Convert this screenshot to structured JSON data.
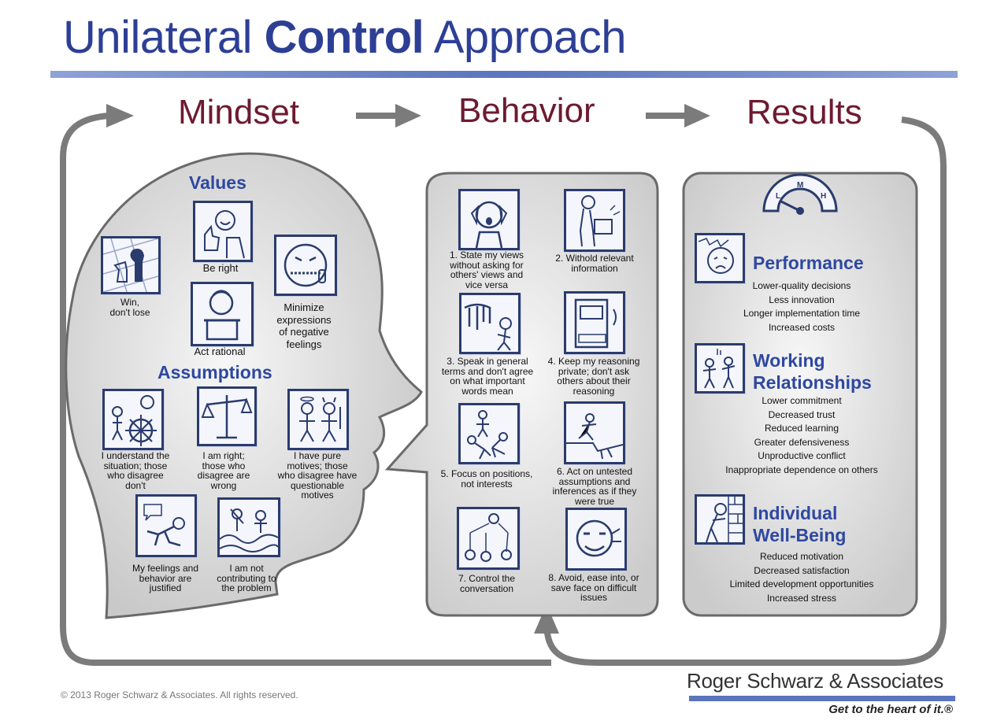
{
  "title": {
    "part1": "Unilateral ",
    "part2": "Control",
    "part3": " Approach"
  },
  "stages": {
    "mindset": "Mindset",
    "behavior": "Behavior",
    "results": "Results"
  },
  "mindset": {
    "values_heading": "Values",
    "values": [
      "Win,\ndon't lose",
      "Be right",
      "Act rational",
      "Minimize\nexpressions\nof negative\nfeelings"
    ],
    "assumptions_heading": "Assumptions",
    "assumptions": [
      "I understand the\nsituation; those\nwho disagree\ndon't",
      "I am right;\nthose who\ndisagree are\nwrong",
      "I have pure\nmotives; those\nwho disagree have\nquestionable\nmotives",
      "My feelings and\nbehavior are\njustified",
      "I am not\ncontributing to\nthe problem"
    ]
  },
  "behaviors": [
    "1. State my views\nwithout asking for\nothers' views and\nvice versa",
    "2. Withold relevant\ninformation",
    "3. Speak in general\nterms and don't agree\non what important\nwords mean",
    "4. Keep my reasoning\nprivate; don't ask\nothers about their\nreasoning",
    "5. Focus on positions,\nnot interests",
    "6. Act on untested\nassumptions and\ninferences as if they\nwere true",
    "7. Control the\nconversation",
    "8. Avoid, ease into, or\nsave face on difficult\nissues"
  ],
  "results": {
    "gauge_labels": [
      "L",
      "M",
      "H"
    ],
    "performance": {
      "heading": "Performance",
      "items": [
        "Lower-quality decisions",
        "Less innovation",
        "Longer implementation time",
        "Increased costs"
      ]
    },
    "relationships": {
      "heading": "Working\nRelationships",
      "items": [
        "Lower commitment",
        "Decreased trust",
        "Reduced learning",
        "Greater defensiveness",
        "Unproductive conflict",
        "Inappropriate dependence on others"
      ]
    },
    "wellbeing": {
      "heading": "Individual\nWell-Being",
      "items": [
        "Reduced motivation",
        "Decreased satisfaction",
        "Limited development opportunities",
        "Increased stress"
      ]
    }
  },
  "footer": {
    "copyright": "© 2013 Roger Schwarz & Associates. All rights reserved.",
    "brand": "Roger Schwarz & Associates",
    "tagline": "Get to the heart of it.®"
  },
  "colors": {
    "title": "#2d3f95",
    "stage": "#6e1a31",
    "section": "#2e48a0",
    "arrow": "#7b7b7b",
    "panel": "#d2d2d2"
  }
}
